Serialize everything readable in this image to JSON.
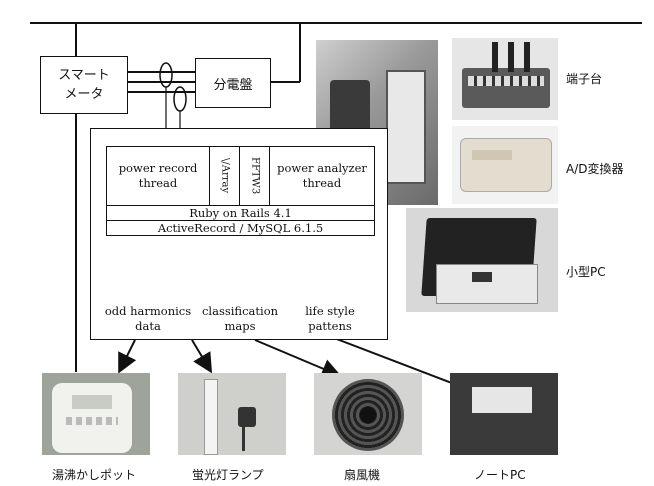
{
  "diagram": {
    "smart_meter": "スマート\nメータ",
    "distribution_panel": "分電盤",
    "threads": {
      "power_record": "power record\nthread",
      "varray": "\\/Array",
      "fftw3": "FFTW3",
      "power_analyzer": "power analyzer\nthread"
    },
    "framework": "Ruby on Rails 4.1",
    "database_layer": "ActiveRecord / MySQL 6.1.5",
    "databases": [
      {
        "label": "odd harmonics\ndata"
      },
      {
        "label": "classification\nmaps"
      },
      {
        "label": "life style\npattens"
      }
    ]
  },
  "hardware": [
    {
      "label": "端子台",
      "icon": "terminal-block-photo"
    },
    {
      "label": "A/D変換器",
      "icon": "ad-converter-photo"
    },
    {
      "label": "小型PC",
      "icon": "small-pc-photo"
    }
  ],
  "appliances": [
    {
      "label": "湯沸かしポット",
      "icon": "electric-kettle-photo"
    },
    {
      "label": "蛍光灯ランプ",
      "icon": "fluorescent-lamp-photo"
    },
    {
      "label": "扇風機",
      "icon": "fan-photo"
    },
    {
      "label": "ノートPC",
      "icon": "laptop-photo"
    }
  ]
}
